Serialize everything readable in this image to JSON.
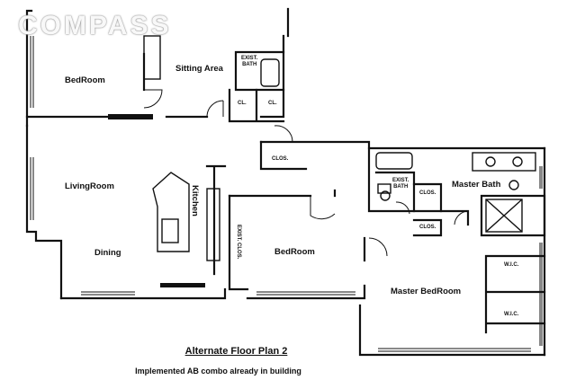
{
  "watermark": "COMPASS",
  "rooms": {
    "bedroom_1": "BedRoom",
    "sitting_area": "Sitting Area",
    "exist_bath_top": "EXIST.\nBATH",
    "closet_a": "CL.",
    "closet_b": "CL.",
    "living_room": "LivingRoom",
    "dining": "Dining",
    "kitchen": "Kitchen",
    "closet_hall": "CLOS.",
    "exist_clos": "EXIST. CLOS.",
    "bedroom_2": "BedRoom",
    "exist_bath_mid": "EXIST.\nBATH",
    "closet_mid": "CLOS.",
    "closet_lower": "CLOS.",
    "master_bath": "Master Bath",
    "master_bedroom": "Master BedRoom",
    "wic_1": "W.I.C.",
    "wic_2": "W.I.C."
  },
  "caption": {
    "title": "Alternate Floor Plan 2",
    "subtitle": "Implemented AB combo already in building"
  }
}
